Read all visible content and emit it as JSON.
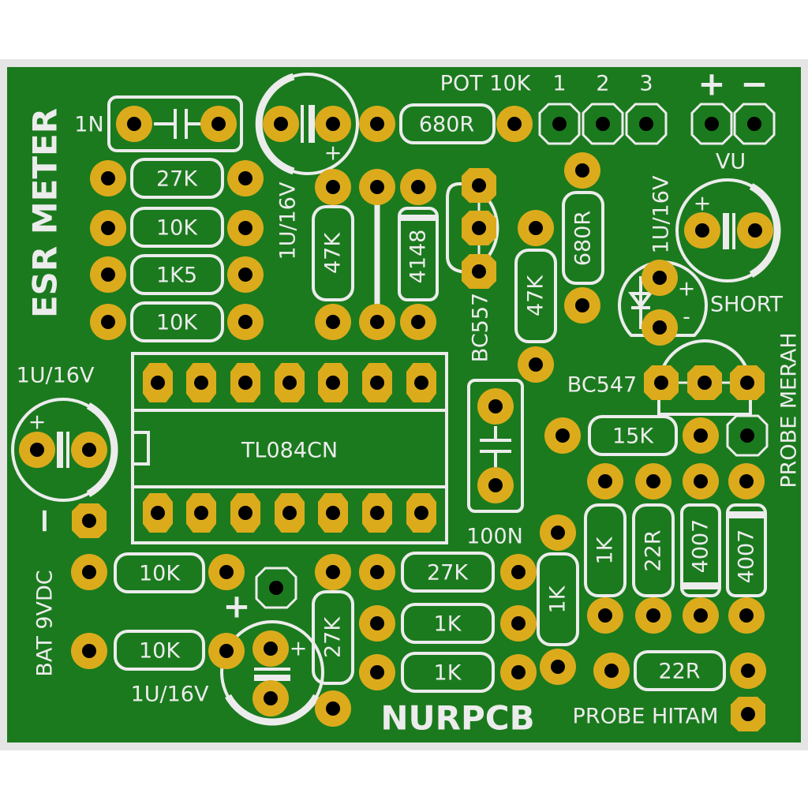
{
  "board": {
    "title": "ESR METER",
    "brand": "NURPCB",
    "colors": {
      "board": "#1b7a1e",
      "pad": "#dcab1c",
      "silk": "#ececec",
      "edge": "#e5e5e5",
      "hole": "#000000"
    }
  },
  "labels": {
    "cap_1n": "1N",
    "r_27k_top": "27K",
    "r_10k_a": "10K",
    "r_1k5": "1K5",
    "r_10k_b": "10K",
    "cap_top": "1U/16V",
    "r_680r_h": "680R",
    "pot": "POT 10K",
    "pot_1": "1",
    "pot_2": "2",
    "pot_3": "3",
    "vu_plus": "+",
    "vu_minus": "−",
    "vu": "VU",
    "r_47k_a": "47K",
    "d_4148": "4148",
    "q_bc557": "BC557",
    "r_47k_b": "47K",
    "r_680r_v": "680R",
    "cap_vu": "1U/16V",
    "short": "SHORT",
    "q_bc547": "BC547",
    "probe_merah": "PROBE MERAH",
    "r_15k": "15K",
    "ic": "TL084CN",
    "cap_100n": "100N",
    "cap_left": "1U/16V",
    "bat_minus": "−",
    "bat": "BAT 9VDC",
    "r_10k_c": "10K",
    "r_10k_d": "10K",
    "bat_plus": "+",
    "cap_bottom": "1U/16V",
    "r_27k_v": "27K",
    "r_27k_h": "27K",
    "r_1k_a": "1K",
    "r_1k_b": "1K",
    "r_1k_v": "1K",
    "r_1k_c": "1K",
    "r_22r_v": "22R",
    "d_4007_a": "4007",
    "d_4007_b": "4007",
    "r_22r_h": "22R",
    "probe_hitam": "PROBE HITAM",
    "polarity_plus": "+",
    "polarity_minus": "-"
  }
}
